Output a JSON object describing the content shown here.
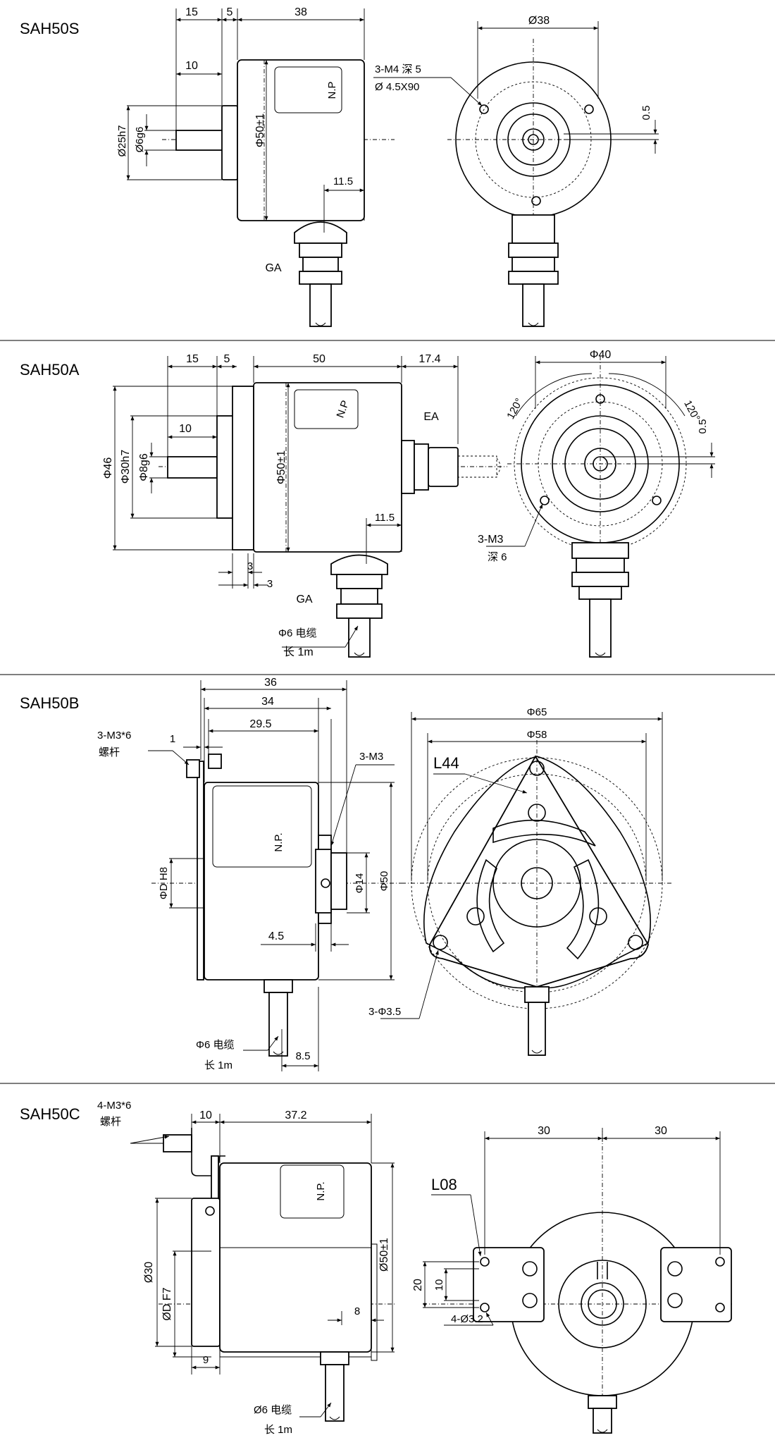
{
  "sections": [
    {
      "title": "SAH50S"
    },
    {
      "title": "SAH50A"
    },
    {
      "title": "SAH50B"
    },
    {
      "title": "SAH50C"
    }
  ],
  "s50s": {
    "d15": "15",
    "d5": "5",
    "d38": "38",
    "d10": "10",
    "d25h7": "Ø25h7",
    "d6g6": "Ø6g6",
    "d50": "Φ50±1",
    "np": "N.P",
    "d11_5": "11.5",
    "ga": "GA",
    "front_d38": "Ø38",
    "m4": "3-M4    深 5",
    "m4b": "Ø 4.5X90",
    "d0_5": "0.5"
  },
  "s50a": {
    "d15": "15",
    "d5": "5",
    "d50": "50",
    "d17_4": "17.4",
    "ea": "EA",
    "d10": "10",
    "d46": "Φ46",
    "d30h7": "Φ30h7",
    "d8g6": "Φ8g6",
    "dbody": "Φ50±1",
    "np": "N.P",
    "d11_5": "11.5",
    "d3a": "3",
    "d3b": "3",
    "ga": "GA",
    "cable1": "Φ6  电缆",
    "cable2": "长 1m",
    "front_d40": "Φ40",
    "a120a": "120°",
    "a120b": "120°",
    "d0_5": "0.5",
    "m3": "3-M3",
    "m3b": "深 6"
  },
  "s50b": {
    "d36": "36",
    "d34": "34",
    "d29_5": "29.5",
    "d1": "1",
    "screw1": "3-M3*6",
    "screw2": "螺杆",
    "m3": "3-M3",
    "np": "N.P.",
    "ddh8": "ΦD H8",
    "d14": "Φ14",
    "d50": "Φ50",
    "d4_5": "4.5",
    "cable1": "Φ6  电缆",
    "cable2": "长  1m",
    "d8_5": "8.5",
    "front_d65": "Φ65",
    "front_d58": "Φ58",
    "l44": "L44",
    "holes": "3-Φ3.5"
  },
  "s50c": {
    "screw1": "4-M3*6",
    "screw2": "螺杆",
    "d10": "10",
    "d37_2": "37.2",
    "np": "N.P.",
    "d30": "Ø30",
    "ddf7": "ØD F7",
    "d50": "Ø50±1",
    "d8": "8",
    "d9": "9",
    "cable1": "Ø6  电缆",
    "cable2": "长 1m",
    "front_d30a": "30",
    "front_d30b": "30",
    "l08": "L08",
    "d20": "20",
    "d10b": "10",
    "holes": "4-Ø3.2"
  }
}
